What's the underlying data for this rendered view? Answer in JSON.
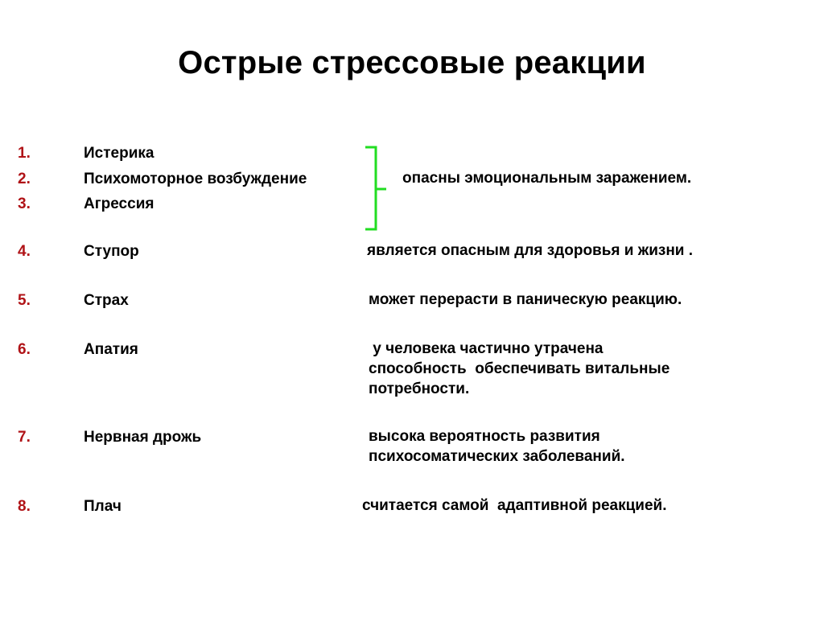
{
  "slide": {
    "title": "Острые стрессовые реакции",
    "accent_color": "#b01317",
    "bracket_color": "#22dd22",
    "items": [
      {
        "number": "1.",
        "term": "Истерика"
      },
      {
        "number": "2.",
        "term": "Психомоторное возбуждение"
      },
      {
        "number": "3.",
        "term": "Агрессия"
      },
      {
        "number": "4.",
        "term": "Ступор"
      },
      {
        "number": "5.",
        "term": "Страх"
      },
      {
        "number": "6.",
        "term": "Апатия"
      },
      {
        "number": "7.",
        "term": "Нервная дрожь"
      },
      {
        "number": "8.",
        "term": "Плач"
      }
    ],
    "group_description": "опасны эмоциональным заражением.",
    "descriptions": {
      "stupor": "является опасным для здоровья и жизни .",
      "fear": "может перерасти в паническую реакцию.",
      "apathy_line1": " у человека частично утрачена",
      "apathy_line2": "способность  обеспечивать витальные",
      "apathy_line3": "потребности.",
      "tremor_line1": "высока вероятность развития",
      "tremor_line2": "психосоматических заболеваний.",
      "crying": "считается самой  адаптивной реакцией."
    }
  }
}
